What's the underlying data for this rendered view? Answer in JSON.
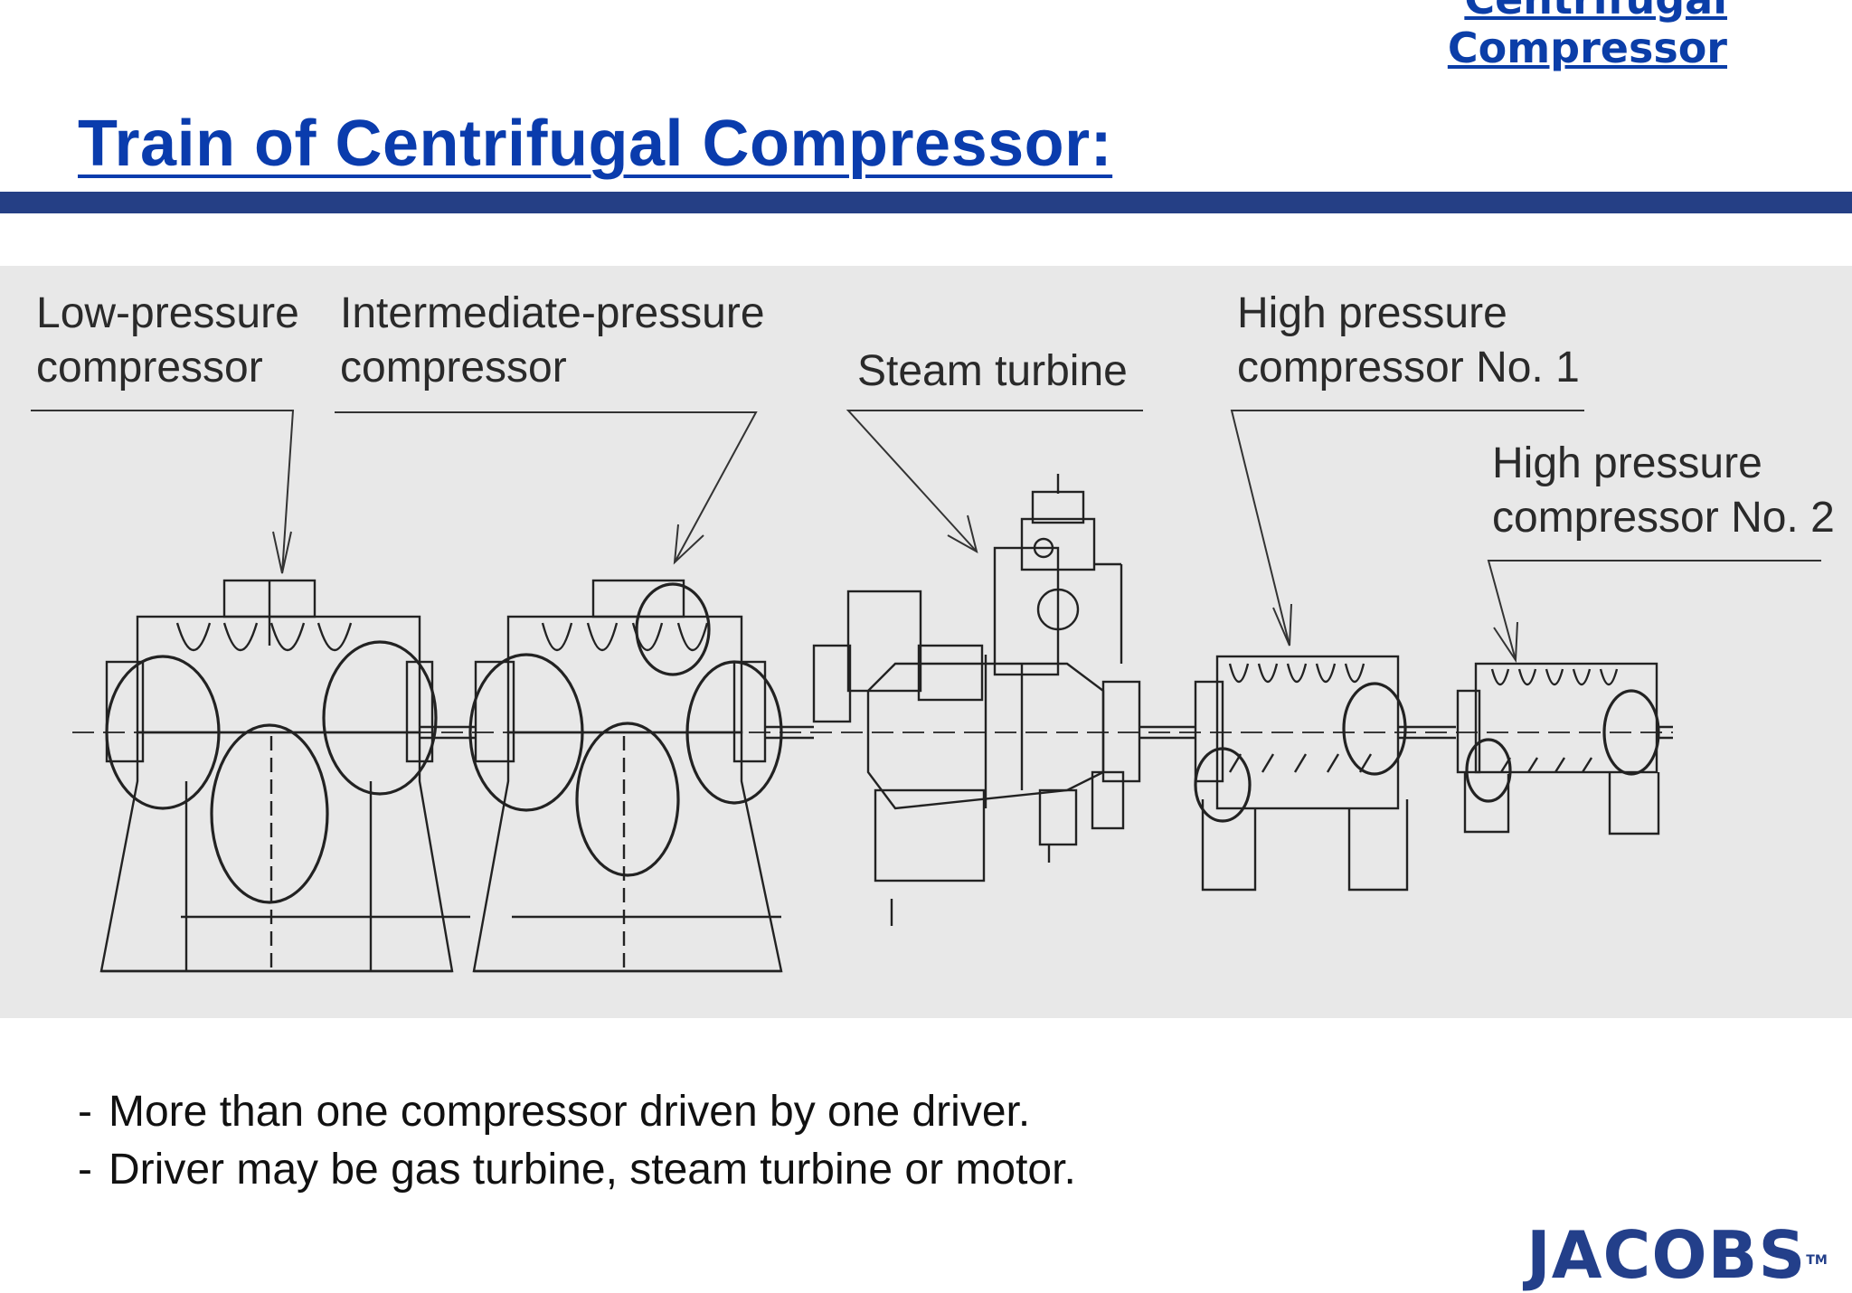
{
  "header": {
    "corner_link": {
      "line1": "Centrifugal",
      "line2": "Compressor"
    },
    "title": "Train of Centrifugal Compressor:"
  },
  "diagram": {
    "labels": {
      "lp": [
        "Low-pressure",
        "compressor"
      ],
      "ip": [
        "Intermediate-pressure",
        "compressor"
      ],
      "steam": [
        "Steam turbine"
      ],
      "hp1": [
        "High pressure",
        "compressor No. 1"
      ],
      "hp2": [
        "High pressure",
        "compressor No. 2"
      ]
    }
  },
  "bullets": [
    "More than one compressor driven by one driver.",
    "Driver may be gas turbine, steam turbine or motor."
  ],
  "bullet_marker": "-",
  "logo": {
    "text": "JACOBS",
    "tm": "TM"
  },
  "colors": {
    "title": "#0a3cad",
    "bar": "#253f85",
    "logo": "#233f8a",
    "figure_bg": "#e8e8e8"
  }
}
